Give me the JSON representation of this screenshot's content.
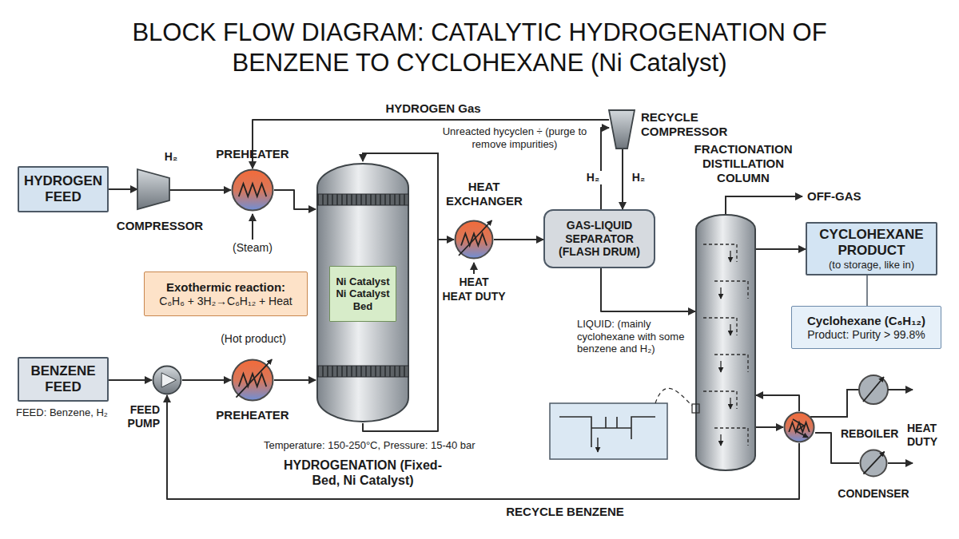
{
  "diagram": {
    "title": "BLOCK FLOW DIAGRAM: CATALYTIC HYDROGENATION OF BENZENE TO CYCLOHEXANE (Ni Catalyst)",
    "nodes": [
      {
        "text": [
          "HYDROGEN FEED"
        ]
      },
      {
        "text": [
          "COMPRESSOR"
        ]
      },
      {
        "text": [
          "PREHEATER"
        ]
      },
      {
        "text": [
          "Exothermic reaction:",
          "C₆H₆ + 3H₂→C₆H₁₂ + Heat"
        ]
      },
      {
        "text": [
          "Temperature: 150-250°C, Pressure: 15-40 bar",
          "HYDROGENATION (Fixed-Bed, Ni Catalyst)"
        ]
      },
      {
        "text": [
          "Ni Catalyst Ni Catalyst Bed"
        ],
        "in": 4
      },
      {
        "text": [
          "BENZENE FEED"
        ]
      },
      {
        "text": [
          "FEED PUMP"
        ]
      },
      {
        "text": [
          "PREHEATER"
        ]
      },
      {
        "text": [
          "HEAT EXCHANGER"
        ]
      },
      {
        "text": [
          "GAS-LIQUID SEPARATOR (FLASH DRUM)"
        ]
      },
      {
        "text": [
          "RECYCLE COMPRESSOR"
        ]
      },
      {
        "text": [
          "FRACTIONATION DISTILLATION COLUMN"
        ]
      },
      {
        "text": [
          "CYCLOHEXANE PRODUCT",
          "(to storage, like in)"
        ]
      },
      {
        "text": [
          "Cyclohexane (C₆H₁₂)",
          "Product: Purity > 99.8%"
        ]
      },
      {
        "text": [
          "REBOILER"
        ]
      },
      {
        "text": [
          "CONDENSER"
        ]
      }
    ],
    "edges": [
      {
        "from": 0,
        "to": 1,
        "arrow": "to"
      },
      {
        "from": 1,
        "to": 2,
        "arrow": "to"
      },
      {
        "from": 2,
        "to": 4,
        "arrow": "to"
      },
      {
        "from": 6,
        "to": 7,
        "arrow": "to"
      },
      {
        "from": 7,
        "to": 8,
        "arrow": "to"
      },
      {
        "from": 8,
        "to": 4,
        "arrow": "to"
      },
      {
        "from": 4,
        "to": 9,
        "arrow": "to"
      },
      {
        "from": 9,
        "to": 10,
        "arrow": "to"
      },
      {
        "from": 10,
        "to": 11,
        "label": "H₂",
        "arrow": "to"
      },
      {
        "from": 11,
        "to": 10,
        "label": "H₂",
        "arrow": "to"
      },
      {
        "from": 11,
        "to": 2,
        "label": "HYDROGEN Gas",
        "arrow": "to"
      },
      {
        "from": 10,
        "to": 12,
        "arrow": "to"
      },
      {
        "from": 12,
        "to": 13,
        "arrow": "to"
      },
      {
        "from": 12,
        "to": 15,
        "arrow": "to"
      },
      {
        "from": 15,
        "to": 12,
        "arrow": "to"
      },
      {
        "from": 15,
        "to": 7,
        "label": "RECYCLE BENZENE",
        "arrow": "to"
      },
      {
        "from": 15,
        "to": 16,
        "arrow": "none"
      }
    ],
    "labels": [
      "H₂",
      "(Steam)",
      "Unreacted hycyclen ÷ (purge to remove impurities)",
      "(Hot product)",
      "FEED: Benzene, H₂",
      "HEAT",
      "HEAT DUTY",
      "LIQUID: (mainly cyclohexane with some benzene and H₂)",
      "OFF-GAS",
      "HEAT DUTY"
    ]
  }
}
